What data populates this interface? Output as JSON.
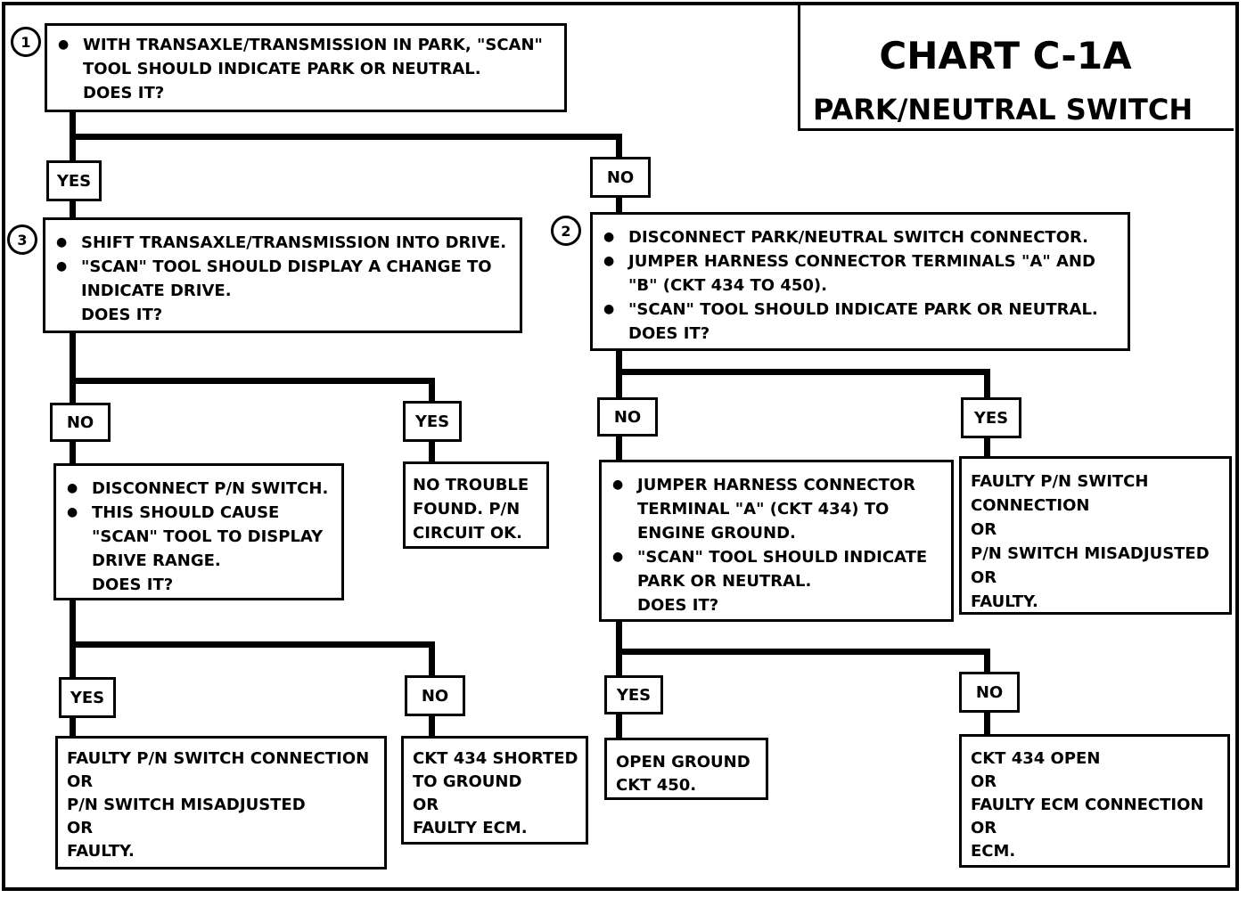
{
  "title": "CHART C-1A",
  "subtitle": "PARK/NEUTRAL SWITCH",
  "steps": {
    "s1": "1",
    "s2": "2",
    "s3": "3"
  },
  "labels": {
    "yes": "YES",
    "no": "NO"
  },
  "box1": {
    "bullet": "WITH TRANSAXLE/TRANSMISSION IN PARK, \"SCAN\"",
    "cont1": "TOOL SHOULD INDICATE PARK OR NEUTRAL.",
    "cont2": "DOES IT?"
  },
  "box3": {
    "b1": "SHIFT TRANSAXLE/TRANSMISSION  INTO DRIVE.",
    "b2": "\"SCAN\" TOOL SHOULD DISPLAY A CHANGE TO",
    "cont1": "INDICATE DRIVE.",
    "cont2": "DOES IT?"
  },
  "box2": {
    "b1": "DISCONNECT PARK/NEUTRAL SWITCH CONNECTOR.",
    "b2": "JUMPER HARNESS CONNECTOR TERMINALS \"A\" AND",
    "b2c": "\"B\" (CKT 434 TO 450).",
    "b3": "\"SCAN\" TOOL SHOULD INDICATE PARK OR NEUTRAL.",
    "cont": "DOES IT?"
  },
  "box_disconnect": {
    "b1": "DISCONNECT P/N SWITCH.",
    "b2": "THIS SHOULD CAUSE",
    "c1": "\"SCAN\" TOOL TO DISPLAY",
    "c2": "DRIVE RANGE.",
    "c3": "DOES IT?"
  },
  "box_no_trouble": {
    "l1": "NO TROUBLE",
    "l2": "FOUND.  P/N",
    "l3": "CIRCUIT OK."
  },
  "box_jumper": {
    "b1": "JUMPER HARNESS CONNECTOR",
    "c1": "TERMINAL \"A\" (CKT 434) TO",
    "c2": "ENGINE GROUND.",
    "b2": "\"SCAN\" TOOL SHOULD INDICATE",
    "c3": "PARK OR NEUTRAL.",
    "c4": "DOES IT?"
  },
  "box_faulty_right": {
    "l1": "FAULTY P/N SWITCH",
    "l2": "CONNECTION",
    "l3": "OR",
    "l4": "P/N SWITCH MISADJUSTED",
    "l5": "OR",
    "l6": "FAULTY."
  },
  "box_faulty_left": {
    "l1": "FAULTY P/N SWITCH CONNECTION",
    "l2": "OR",
    "l3": "P/N SWITCH MISADJUSTED",
    "l4": "OR",
    "l5": "FAULTY."
  },
  "box_ckt_shorted": {
    "l1": "CKT 434 SHORTED",
    "l2": "TO GROUND",
    "l3": "OR",
    "l4": "FAULTY ECM."
  },
  "box_open_ground": {
    "l1": "OPEN GROUND",
    "l2": "CKT 450."
  },
  "box_ckt_open": {
    "l1": "CKT 434 OPEN",
    "l2": "OR",
    "l3": "FAULTY ECM CONNECTION",
    "l4": "OR",
    "l5": "ECM."
  }
}
